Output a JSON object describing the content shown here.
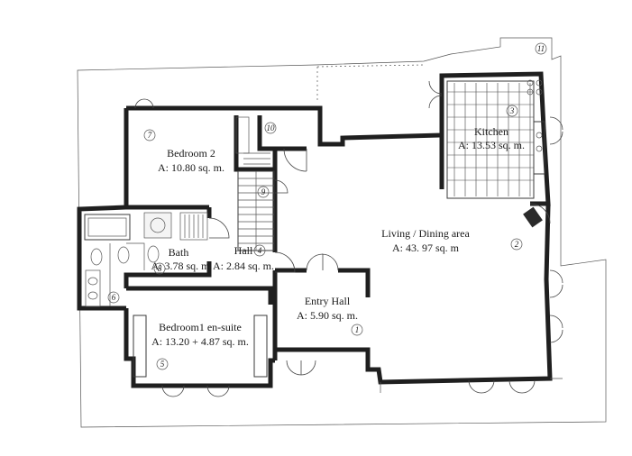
{
  "rooms": [
    {
      "id": "bedroom2",
      "name": "Bedroom 2",
      "area": "A: 10.80 sq. m.",
      "number": "7"
    },
    {
      "id": "kitchen",
      "name": "Kitchen",
      "area": "A: 13.53 sq. m.",
      "number": "3"
    },
    {
      "id": "living",
      "name": "Living / Dining area",
      "area": "A: 43. 97 sq. m",
      "number": "2"
    },
    {
      "id": "bath",
      "name": "Bath",
      "area": "A: 3.78 sq. m",
      "number": "8"
    },
    {
      "id": "hall",
      "name": "Hall",
      "area": "A: 2.84 sq. m.",
      "number": "4"
    },
    {
      "id": "entry",
      "name": "Entry Hall",
      "area": "A: 5.90 sq. m.",
      "number": "1"
    },
    {
      "id": "bedroom1",
      "name": "Bedroom1 en-suite",
      "area": "A: 13.20 + 4.87 sq. m.",
      "number": "5"
    }
  ],
  "markers": {
    "storage": "10",
    "stair": "9",
    "ensuite": "6",
    "terrace": "11"
  }
}
